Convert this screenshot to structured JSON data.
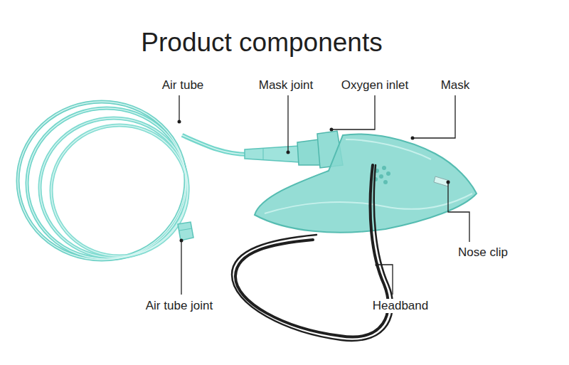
{
  "diagram": {
    "title": "Product components",
    "labels": [
      "Air tube",
      "Mask joint",
      "Oxygen inlet",
      "Mask",
      "Nose clip",
      "Air tube joint",
      "Headband"
    ]
  }
}
